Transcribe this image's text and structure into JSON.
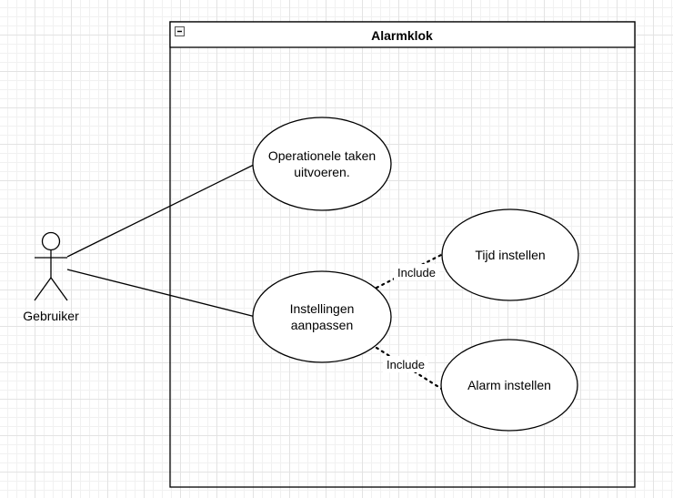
{
  "system": {
    "title": "Alarmklok",
    "collapse_icon": "minus-box-icon"
  },
  "actor": {
    "name": "Gebruiker"
  },
  "use_cases": {
    "operationele_taken": {
      "line1": "Operationele taken",
      "line2": "uitvoeren."
    },
    "instellingen": {
      "line1": "Instellingen",
      "line2": "aanpassen"
    },
    "tijd_instellen": {
      "label": "Tijd instellen"
    },
    "alarm_instellen": {
      "label": "Alarm instellen"
    }
  },
  "relations": {
    "include_tijd": "Include",
    "include_alarm": "Include"
  },
  "colors": {
    "stroke": "#000000",
    "fill": "#ffffff",
    "grid": "#e3e3e3"
  }
}
